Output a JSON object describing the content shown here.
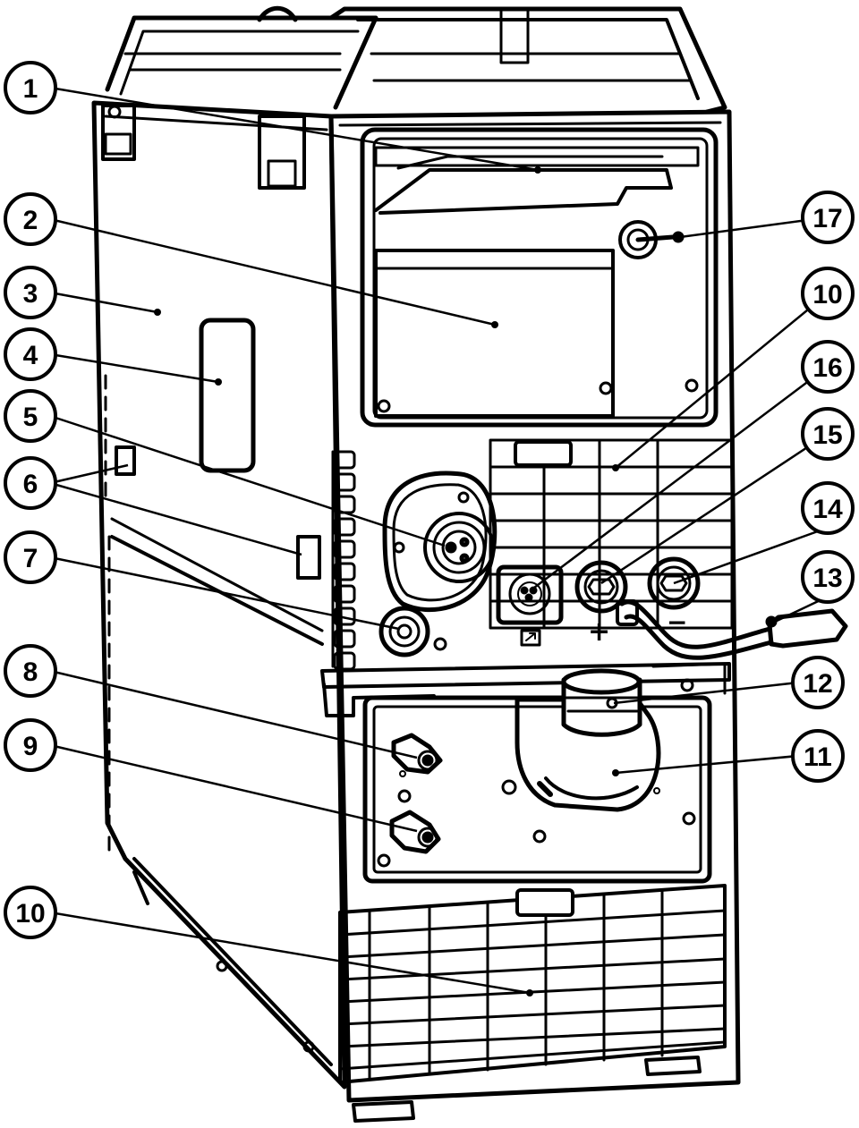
{
  "colors": {
    "ink": "#000000",
    "paper": "#ffffff"
  },
  "callouts": [
    {
      "id": "c1",
      "label": "1"
    },
    {
      "id": "c2",
      "label": "2"
    },
    {
      "id": "c3",
      "label": "3"
    },
    {
      "id": "c4",
      "label": "4"
    },
    {
      "id": "c5",
      "label": "5"
    },
    {
      "id": "c6",
      "label": "6"
    },
    {
      "id": "c7",
      "label": "7"
    },
    {
      "id": "c8",
      "label": "8"
    },
    {
      "id": "c9",
      "label": "9"
    },
    {
      "id": "c10a",
      "label": "10"
    },
    {
      "id": "c10b",
      "label": "10"
    },
    {
      "id": "c11",
      "label": "11"
    },
    {
      "id": "c12",
      "label": "12"
    },
    {
      "id": "c13",
      "label": "13"
    },
    {
      "id": "c14",
      "label": "14"
    },
    {
      "id": "c15",
      "label": "15"
    },
    {
      "id": "c16",
      "label": "16"
    },
    {
      "id": "c17",
      "label": "17"
    }
  ],
  "symbols": {
    "plus": "+",
    "minus": "−"
  }
}
